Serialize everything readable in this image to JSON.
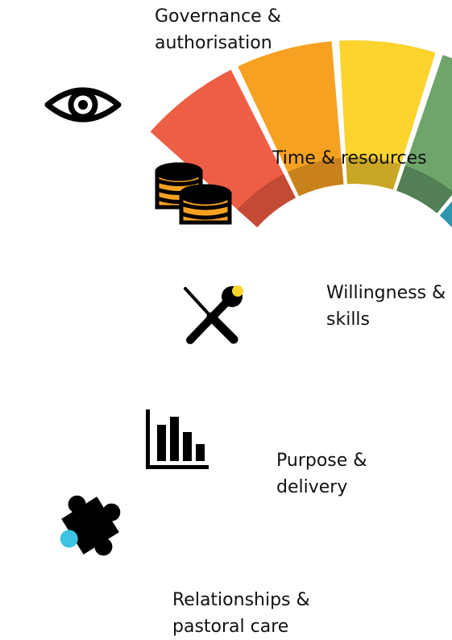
{
  "segments": [
    {
      "id": "governance",
      "color": "#EE5E45",
      "shade": "#C34A35",
      "icon": "eye-icon",
      "label_lines": [
        "Governance &",
        "authorisation"
      ]
    },
    {
      "id": "time",
      "color": "#F6A121",
      "shade": "#C9821B",
      "icon": "coins-icon",
      "label_lines": [
        "Time & resources"
      ]
    },
    {
      "id": "willingness",
      "color": "#FDD32D",
      "shade": "#C9A626",
      "icon": "tools-icon",
      "label_lines": [
        "Willingness &",
        "skills"
      ]
    },
    {
      "id": "purpose",
      "color": "#6FA56A",
      "shade": "#527F53",
      "icon": "bar-chart-icon",
      "label_lines": [
        "Purpose &",
        "delivery"
      ]
    },
    {
      "id": "relationships",
      "color": "#3CC4E2",
      "shade": "#2D96AD",
      "icon": "puzzle-icon",
      "label_lines": [
        "Relationships &",
        "pastoral care"
      ]
    }
  ]
}
